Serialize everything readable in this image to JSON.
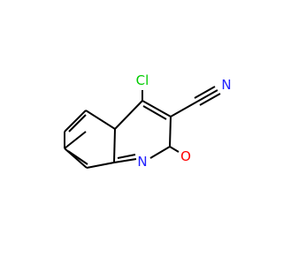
{
  "molecule": {
    "atoms": {
      "cl": {
        "symbol": "Cl",
        "color": "#00cc00"
      },
      "n_ring": {
        "symbol": "N",
        "color": "#2020ff"
      },
      "o": {
        "symbol": "O",
        "color": "#ff0000"
      },
      "n_nitrile": {
        "symbol": "N",
        "color": "#2020ff"
      }
    },
    "bond_color": "#000000",
    "background": "#ffffff"
  }
}
